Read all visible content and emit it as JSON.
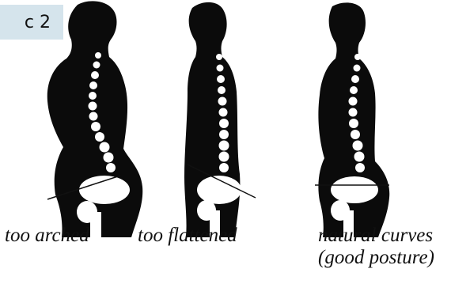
{
  "tag": {
    "label": "c 2"
  },
  "figures": [
    {
      "caption_lines": [
        "too arched"
      ]
    },
    {
      "caption_lines": [
        "too flattened"
      ]
    },
    {
      "caption_lines": [
        "natural curves",
        "(good posture)"
      ]
    }
  ],
  "colors": {
    "tag_background": "#d5e4ec",
    "silhouette": "#0b0b0b",
    "bone": "#ffffff"
  }
}
